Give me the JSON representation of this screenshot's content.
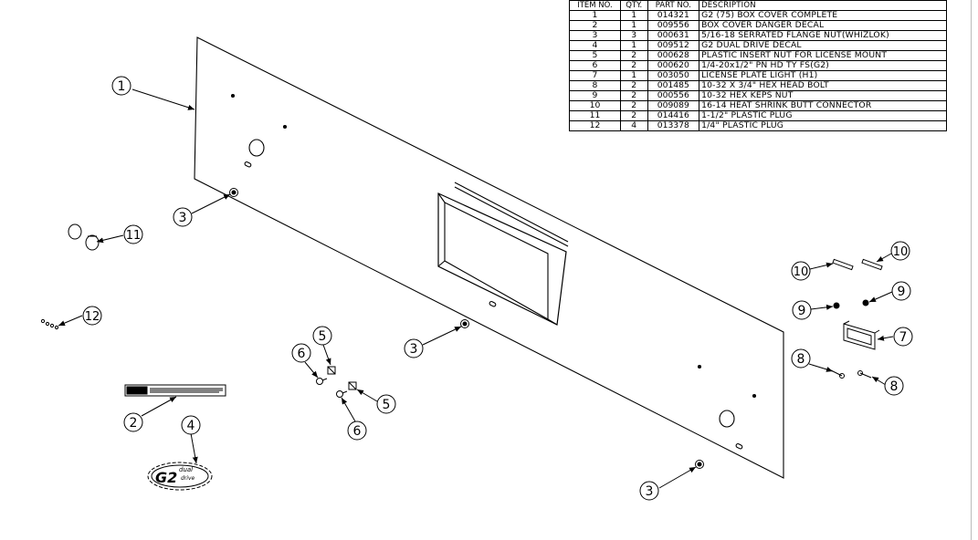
{
  "bom": {
    "headers": [
      "ITEM NO.",
      "QTY.",
      "PART NO.",
      "DESCRIPTION"
    ],
    "rows": [
      [
        "1",
        "1",
        "014321",
        "G2 (75) BOX COVER COMPLETE"
      ],
      [
        "2",
        "1",
        "009556",
        "BOX COVER DANGER DECAL"
      ],
      [
        "3",
        "3",
        "000631",
        "5/16-18 SERRATED FLANGE NUT(WHIZLOK)"
      ],
      [
        "4",
        "1",
        "009512",
        "G2 DUAL DRIVE DECAL"
      ],
      [
        "5",
        "2",
        "000628",
        "PLASTIC INSERT NUT FOR LICENSE MOUNT"
      ],
      [
        "6",
        "2",
        "000620",
        "1/4-20x1/2\" PN HD TY FS(G2)"
      ],
      [
        "7",
        "1",
        "003050",
        "LICENSE PLATE LIGHT (H1)"
      ],
      [
        "8",
        "2",
        "001485",
        "10-32 X 3/4\" HEX HEAD BOLT"
      ],
      [
        "9",
        "2",
        "000556",
        "10-32 HEX KEPS NUT"
      ],
      [
        "10",
        "2",
        "009089",
        "16-14 HEAT SHRINK BUTT CONNECTOR"
      ],
      [
        "11",
        "2",
        "014416",
        "1-1/2\" PLASTIC PLUG"
      ],
      [
        "12",
        "4",
        "013378",
        "1/4\" PLASTIC PLUG"
      ]
    ]
  },
  "balloons": [
    "1",
    "3",
    "11",
    "12",
    "3",
    "5",
    "6",
    "5",
    "6",
    "2",
    "4",
    "3",
    "10",
    "10",
    "9",
    "9",
    "7",
    "8",
    "8"
  ],
  "logo": {
    "main": "G2",
    "sub1": "dual",
    "sub2": "drive"
  },
  "colors": {
    "line": "#000000",
    "background": "#ffffff"
  }
}
